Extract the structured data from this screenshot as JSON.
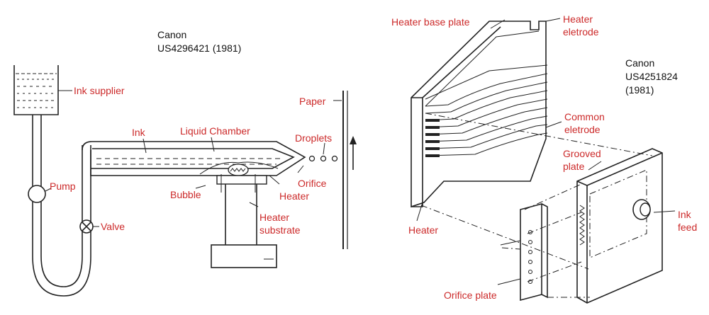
{
  "left": {
    "caption": {
      "company": "Canon",
      "patent": "US4296421 (1981)"
    },
    "labels": {
      "ink_supplier": "Ink supplier",
      "pump": "Pump",
      "valve": "Valve",
      "ink": "Ink",
      "liquid_chamber": "Liquid Chamber",
      "bubble": "Bubble",
      "heater": "Heater",
      "orifice": "Orifice",
      "heater_substrate_1": "Heater",
      "heater_substrate_2": "substrate",
      "droplets": "Droplets",
      "paper": "Paper"
    }
  },
  "right": {
    "caption": {
      "company": "Canon",
      "patent_1": "US4251824",
      "patent_2": "(1981)"
    },
    "labels": {
      "heater_base_plate": "Heater base plate",
      "heater_electrode_1": "Heater",
      "heater_electrode_2": "eletrode",
      "common_electrode_1": "Common",
      "common_electrode_2": "eletrode",
      "grooved_plate_1": "Grooved",
      "grooved_plate_2": "plate",
      "heater": "Heater",
      "ink_feed_1": "Ink",
      "ink_feed_2": "feed",
      "orifice_plate": "Orifice plate"
    }
  },
  "colors": {
    "label": "#cc2a2a",
    "caption": "#111111",
    "line": "#222222"
  }
}
